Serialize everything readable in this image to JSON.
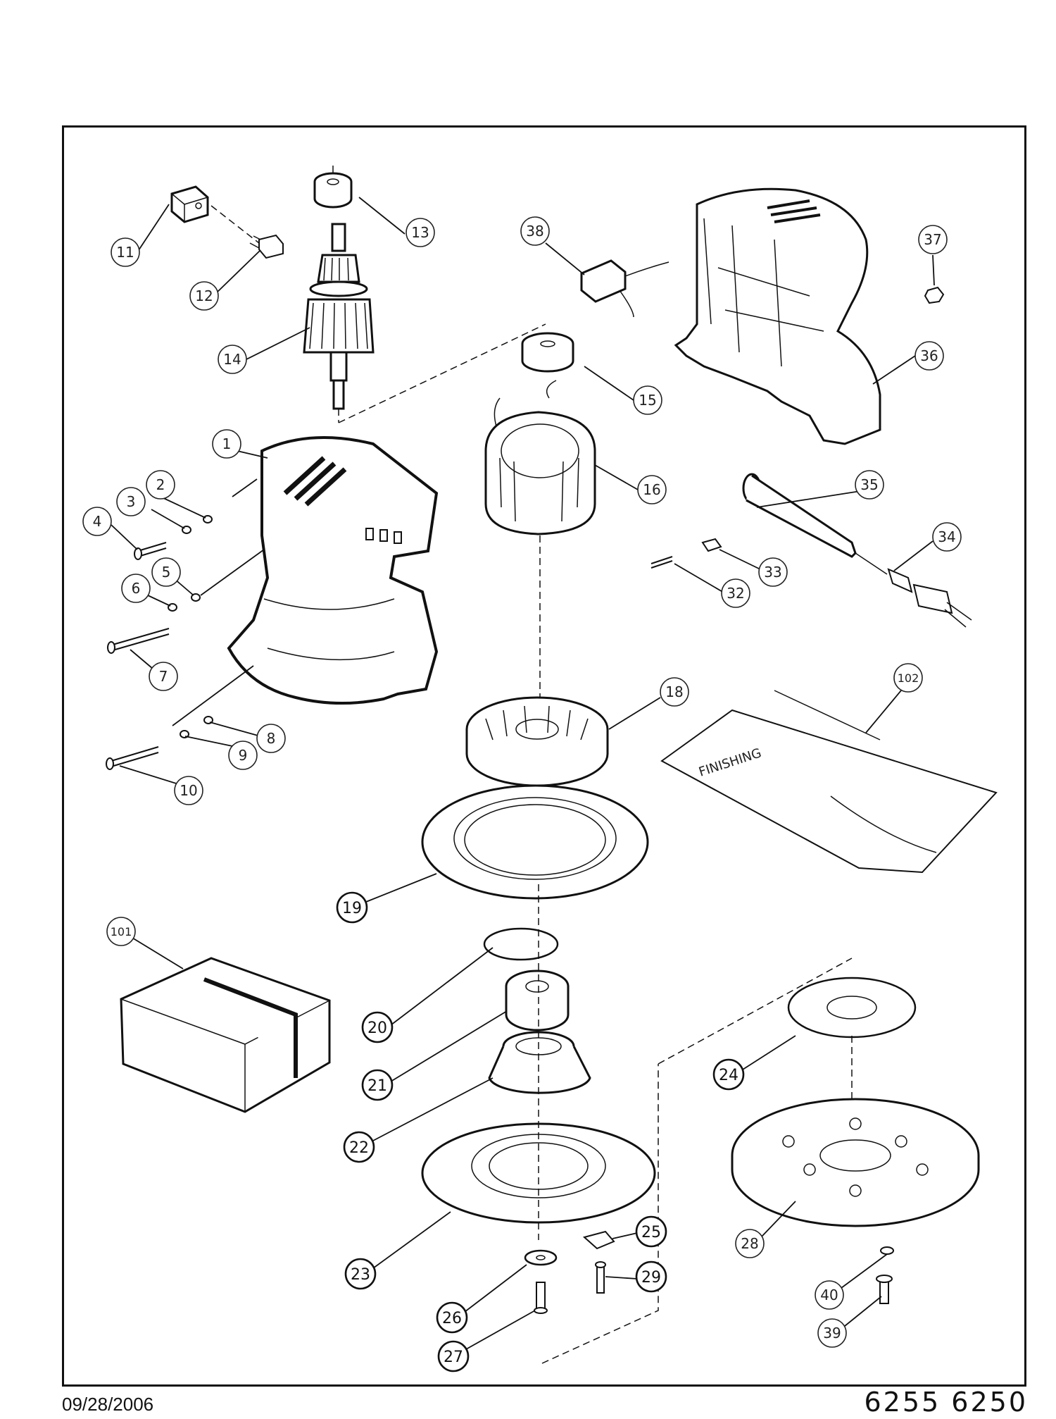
{
  "diagram": {
    "callouts": [
      "1",
      "2",
      "3",
      "4",
      "5",
      "6",
      "7",
      "8",
      "9",
      "10",
      "11",
      "12",
      "13",
      "14",
      "15",
      "16",
      "18",
      "19",
      "20",
      "21",
      "22",
      "23",
      "24",
      "25",
      "26",
      "27",
      "28",
      "29",
      "32",
      "33",
      "34",
      "35",
      "36",
      "37",
      "38",
      "39",
      "40",
      "101",
      "102"
    ],
    "manual_cover_text": "FINISHING"
  },
  "footer": {
    "date": "09/28/2006",
    "models": "6255  6250"
  }
}
